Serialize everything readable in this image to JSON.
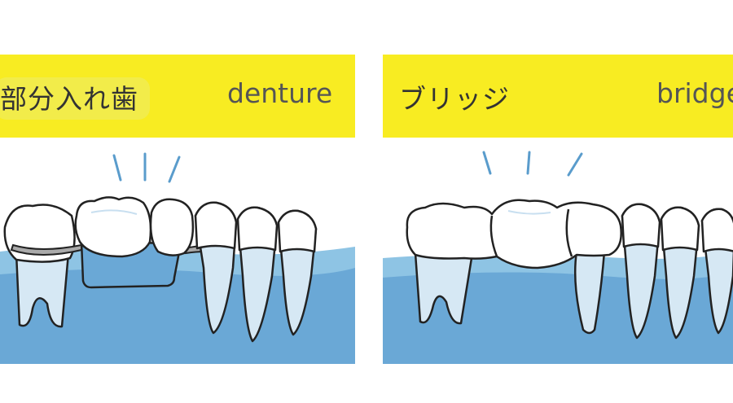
{
  "panels": [
    {
      "label_jp": "部分入れ歯",
      "label_en": "denture"
    },
    {
      "label_jp": "ブリッジ",
      "label_en": "bridge"
    }
  ],
  "colors": {
    "banner": "#f8ec22",
    "gum_light": "#8ec4e4",
    "gum_dark": "#6aa8d6",
    "denture_base": "#6aa8d6",
    "tooth_fill": "#ffffff",
    "root_fill": "#d6e8f4",
    "clasp": "#aaaaaa",
    "motion_lines": "#5a9ccc",
    "outline": "#222222"
  }
}
